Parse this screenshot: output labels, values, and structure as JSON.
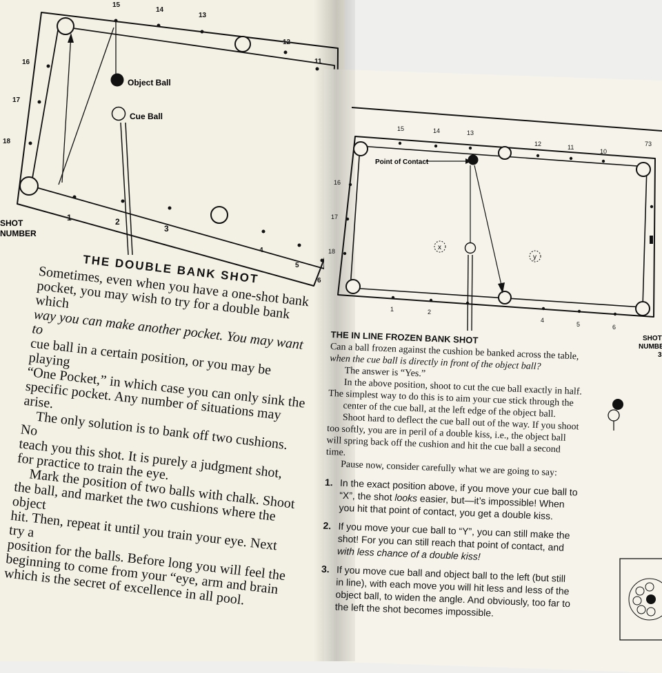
{
  "left_page": {
    "diagram": {
      "labels": {
        "object_ball": "Object Ball",
        "cue_ball": "Cue Ball"
      },
      "shot_numbers": [
        "15",
        "14",
        "13",
        "12",
        "11",
        "16",
        "17",
        "18",
        "1",
        "2",
        "3",
        "4",
        "5",
        "6"
      ],
      "shot_number_label": [
        "SHOT",
        "NUMBER"
      ]
    },
    "title": "THE DOUBLE BANK SHOT",
    "paragraphs": [
      "Sometimes, even when you have a one-shot bank",
      "pocket, you may wish to try for a double bank which",
      "way you can make another pocket. You may want to",
      "cue ball in a certain position, or you may be playing",
      "“One Pocket,” in which case you can only sink the",
      "specific pocket. Any number of situations may arise.",
      "The only solution is to bank off two cushions. No",
      "teach you this shot. It is purely a judgment shot,",
      "for practice to train the eye.",
      "Mark the position of two balls with chalk. Shoot",
      "the ball, and market the two cushions where the object",
      "hit. Then, repeat it until you train your eye. Next try a",
      "position for the balls. Before long you will feel the",
      "beginning to come from your “eye, arm and brain",
      "which is the secret of excellence in all pool."
    ]
  },
  "right_page": {
    "diagram": {
      "point_of_contact": "Point of Contact",
      "x_label": "x",
      "y_label": "y",
      "shot_numbers": [
        "15",
        "14",
        "13",
        "12",
        "11",
        "10",
        "73",
        "16",
        "17",
        "18",
        "1",
        "2",
        "4",
        "5",
        "6"
      ],
      "shot_number_label": [
        "SHOT",
        "NUMBER",
        "3"
      ]
    },
    "title": "THE IN LINE FROZEN BANK SHOT",
    "intro_question_a": "Can a ball frozen against the cushion be banked across the table,",
    "intro_question_b": "when the cue ball is directly in front of the object ball?",
    "answer": "The answer is “Yes.”",
    "para1": "In the above position, shoot to cut the cue ball exactly in half.",
    "para2": "The simplest way to do this is to aim your cue stick through the",
    "para3": "center of the cue ball, at the left edge of the object ball.",
    "para4": "Shoot hard to deflect the cue ball out of the way. If you shoot",
    "para5": "too softly, you are in peril of a double kiss, i.e., the object ball",
    "para6": "will spring back off the cushion and hit the cue ball a second",
    "para7": "time.",
    "para8": "Pause now, consider carefully what we are going to say:",
    "items": [
      {
        "num": "1.",
        "a": "In the exact position above, if you move your cue ball to",
        "b": "“X”, the shot ",
        "b_it": "looks",
        "b2": " easier, but—it’s impossible! When",
        "c": "you hit that point of contact, you get a double kiss."
      },
      {
        "num": "2.",
        "a": "If you move your cue ball to “Y”, you can still make the",
        "b": "shot! For you can still reach that point of contact, and",
        "c_it": "with less chance of a double kiss!"
      },
      {
        "num": "3.",
        "a": "If you move cue ball and object ball to the left (but still",
        "b": "in line), with each move you will hit less and less of the",
        "c": "object ball, to widen the angle. And obviously, too far to",
        "d": "the left the shot becomes impossible."
      }
    ]
  }
}
